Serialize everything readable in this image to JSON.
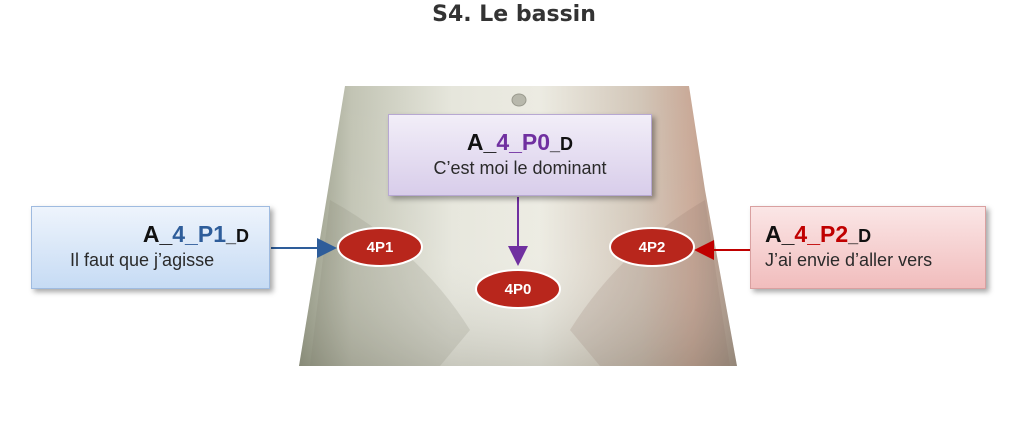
{
  "title": "S4. Le bassin",
  "colors": {
    "purple": "#7030a0",
    "blue": "#2e5d9a",
    "red": "#c00000",
    "badge": "#b8261c"
  },
  "boxes": {
    "p0": {
      "code_prefix": "A_",
      "code_highlight": "4_P0",
      "code_suffix": "_D",
      "description": "C’est moi le dominant"
    },
    "p1": {
      "code_prefix": "A_",
      "code_highlight": "4_P1",
      "code_suffix": "_D",
      "description": "Il faut que j’agisse"
    },
    "p2": {
      "code_prefix": "A_",
      "code_highlight": "4_P2",
      "code_suffix": "_D",
      "description": "J’ai envie d’aller vers"
    }
  },
  "points": {
    "p0": "4P0",
    "p1": "4P1",
    "p2": "4P2"
  }
}
